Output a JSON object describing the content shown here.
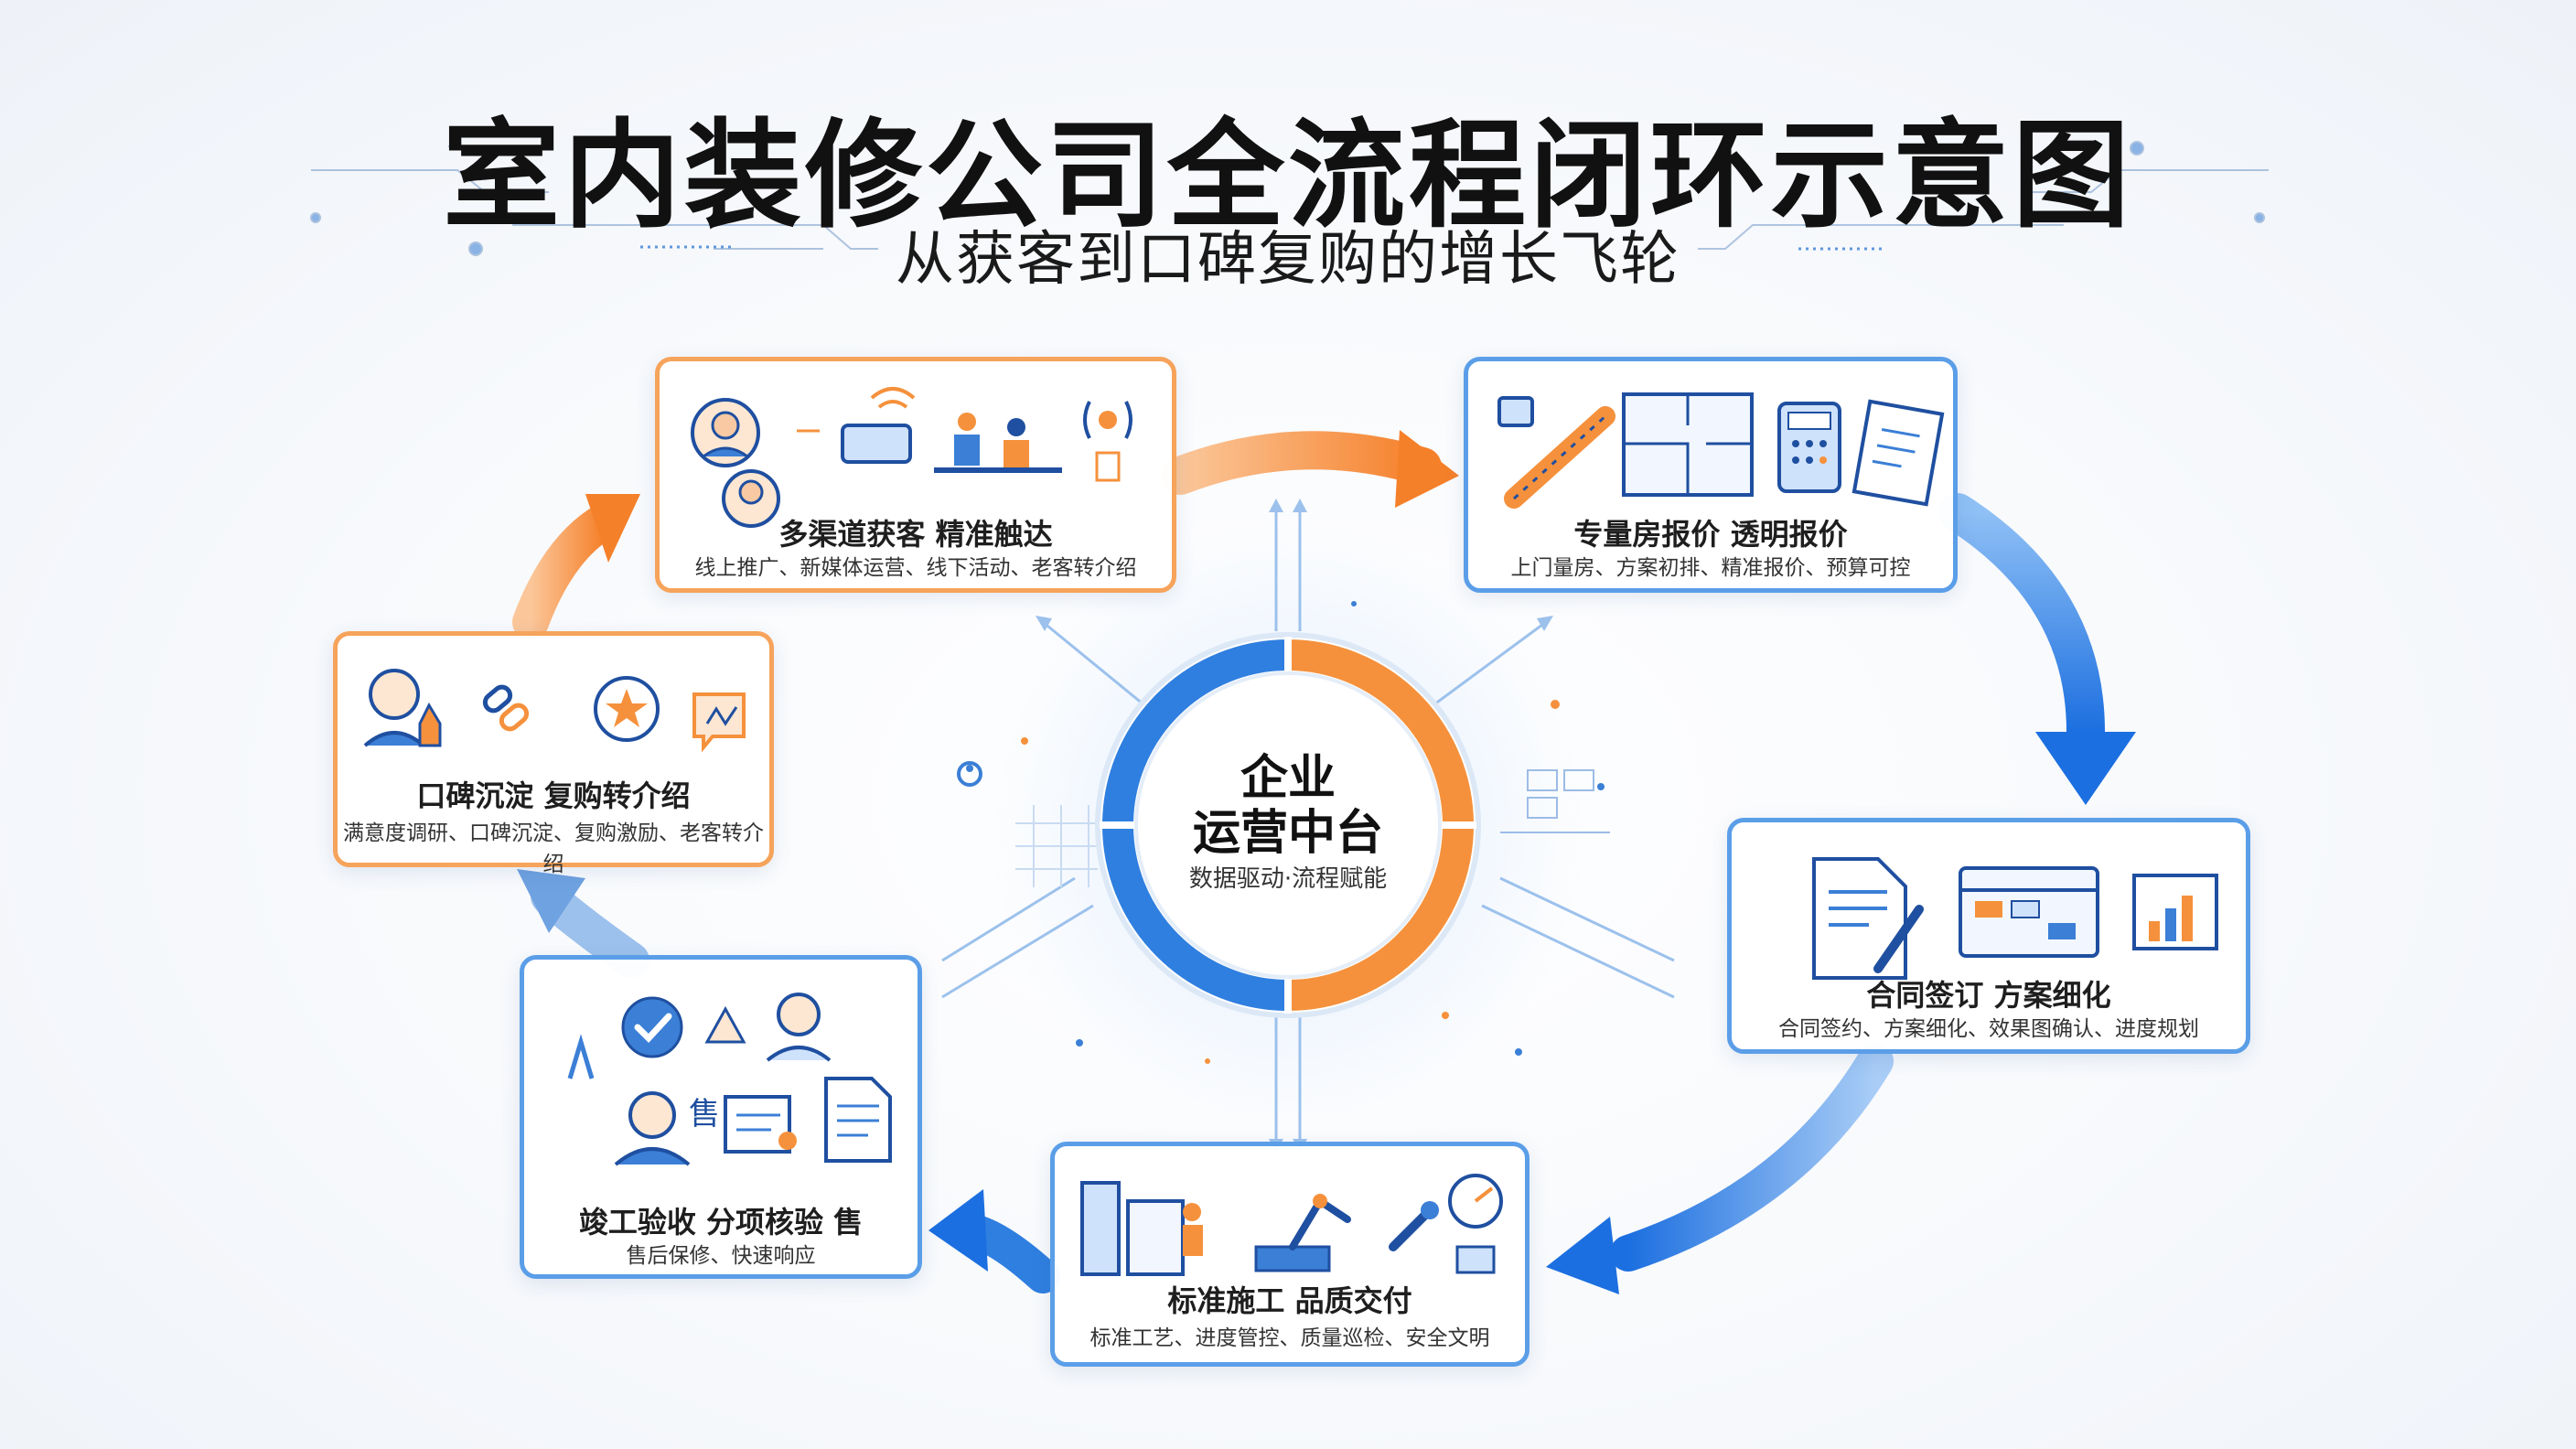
{
  "title": "室内装修公司全流程闭环示意图",
  "subtitle": "从获客到口碑复购的增长飞轮",
  "hub": {
    "line1": "企业",
    "line2": "运营中台",
    "sub": "数据驱动·流程赋能"
  },
  "stages": [
    {
      "id": "acquire",
      "title": "多渠道获客 精准触达",
      "desc": "线上推广、新媒体运营、线下活动、老客转介绍",
      "accent": "#f5913c"
    },
    {
      "id": "quote",
      "title": "专量房报价 透明报价",
      "desc": "上门量房、方案初排、精准报价、预算可控",
      "accent": "#2f7fe0"
    },
    {
      "id": "contract",
      "title": "合同签订 方案细化",
      "desc": "合同签约、方案细化、效果图确认、进度规划",
      "accent": "#2f7fe0"
    },
    {
      "id": "build",
      "title": "标准施工 品质交付",
      "desc": "标准工艺、进度管控、质量巡检、安全文明",
      "accent": "#2f7fe0"
    },
    {
      "id": "accept",
      "title": "竣工验收 分项核验 售",
      "desc": "售后保修、快速响应",
      "accent": "#2f7fe0"
    },
    {
      "id": "reputation",
      "title": "口碑沉淀 复购转介绍",
      "desc": "满意度调研、口碑沉淀、复购激励、老客转介绍",
      "accent": "#f5913c"
    }
  ],
  "art_labels": {
    "after_sales_sign": "售"
  },
  "colors": {
    "orange": "#f5913c",
    "blue": "#2f7fe0",
    "light_blue": "#8fbdf0"
  }
}
